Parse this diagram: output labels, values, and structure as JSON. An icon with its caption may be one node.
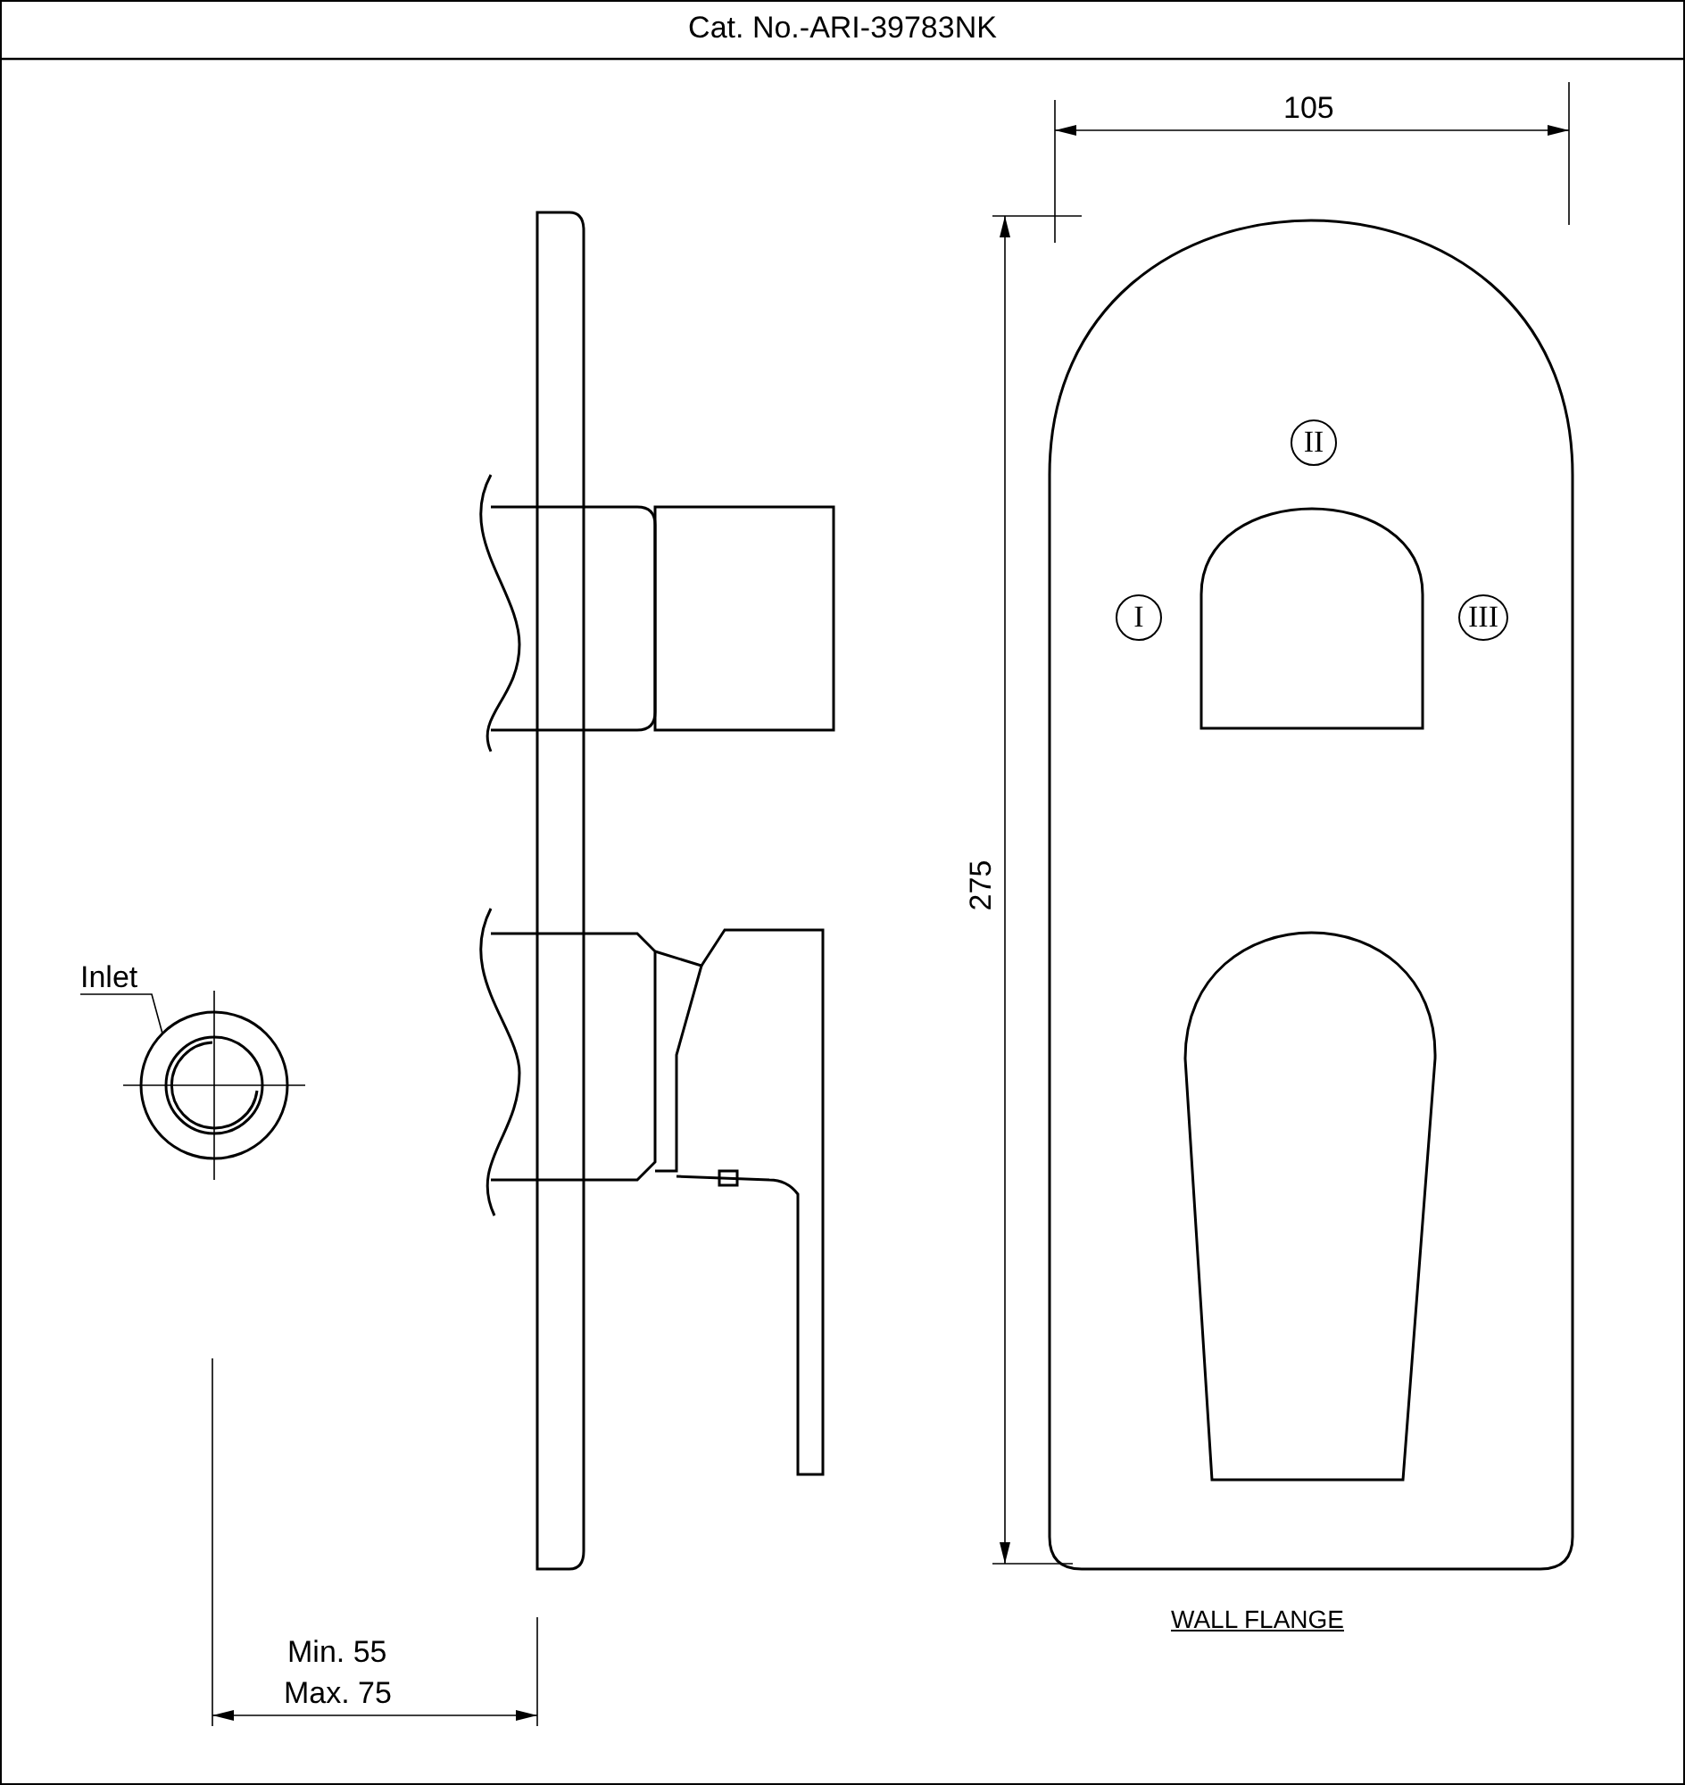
{
  "diagram": {
    "title": "Cat. No.-ARI-39783NK",
    "nodes": [
      {
        "text": [
          "Inlet"
        ]
      },
      {
        "text": [],
        "shape": "circle"
      },
      {
        "text": [
          "II"
        ]
      },
      {
        "text": [
          "I"
        ]
      },
      {
        "text": [
          "III"
        ]
      }
    ],
    "edges": [
      {
        "from": 0,
        "to": 1,
        "arrow": "none"
      }
    ],
    "labels": [
      "105",
      "275",
      "Min. 55",
      "Max. 75",
      "WALL FLANGE"
    ]
  }
}
